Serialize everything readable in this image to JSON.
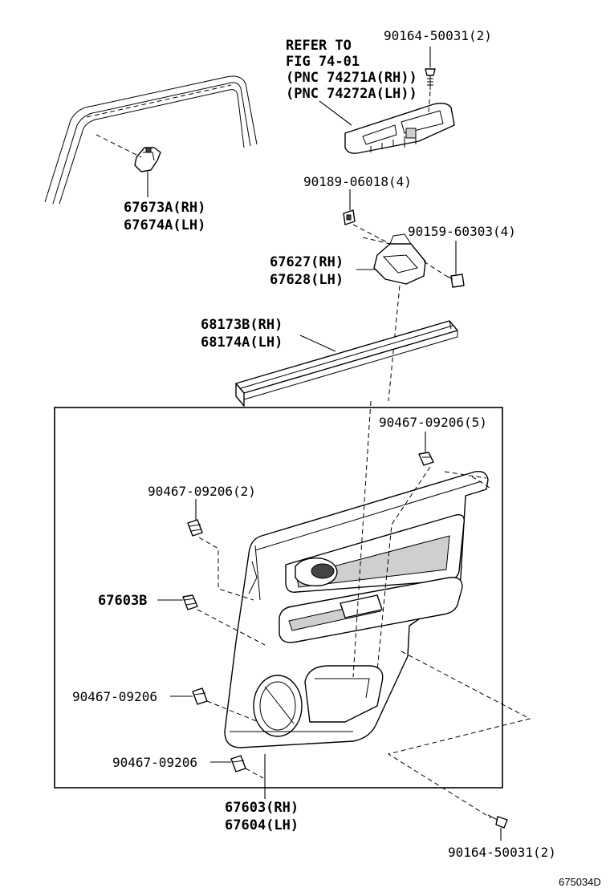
{
  "labels": {
    "refer_line1": "REFER TO",
    "refer_line2": "FIG 74-01",
    "refer_line3": "(PNC 74271A(RH))",
    "refer_line4": "(PNC 74272A(LH))",
    "bolt_top": "90164-50031(2)",
    "handle_rh": "67673A(RH)",
    "handle_lh": "67674A(LH)",
    "clip_90189": "90189-06018(4)",
    "screw_90159": "90159-60303(4)",
    "bracket_rh": "67627(RH)",
    "bracket_lh": "67628(LH)",
    "weatherstrip_rh": "68173B(RH)",
    "weatherstrip_lh": "68174A(LH)",
    "clip_5": "90467-09206(5)",
    "clip_2": "90467-09206(2)",
    "part_67603b": "67603B",
    "clip_single_a": "90467-09206",
    "clip_single_b": "90467-09206",
    "panel_rh": "67603(RH)",
    "panel_lh": "67604(LH)",
    "bolt_bottom": "90164-50031(2)",
    "figure_code": "675034D"
  }
}
